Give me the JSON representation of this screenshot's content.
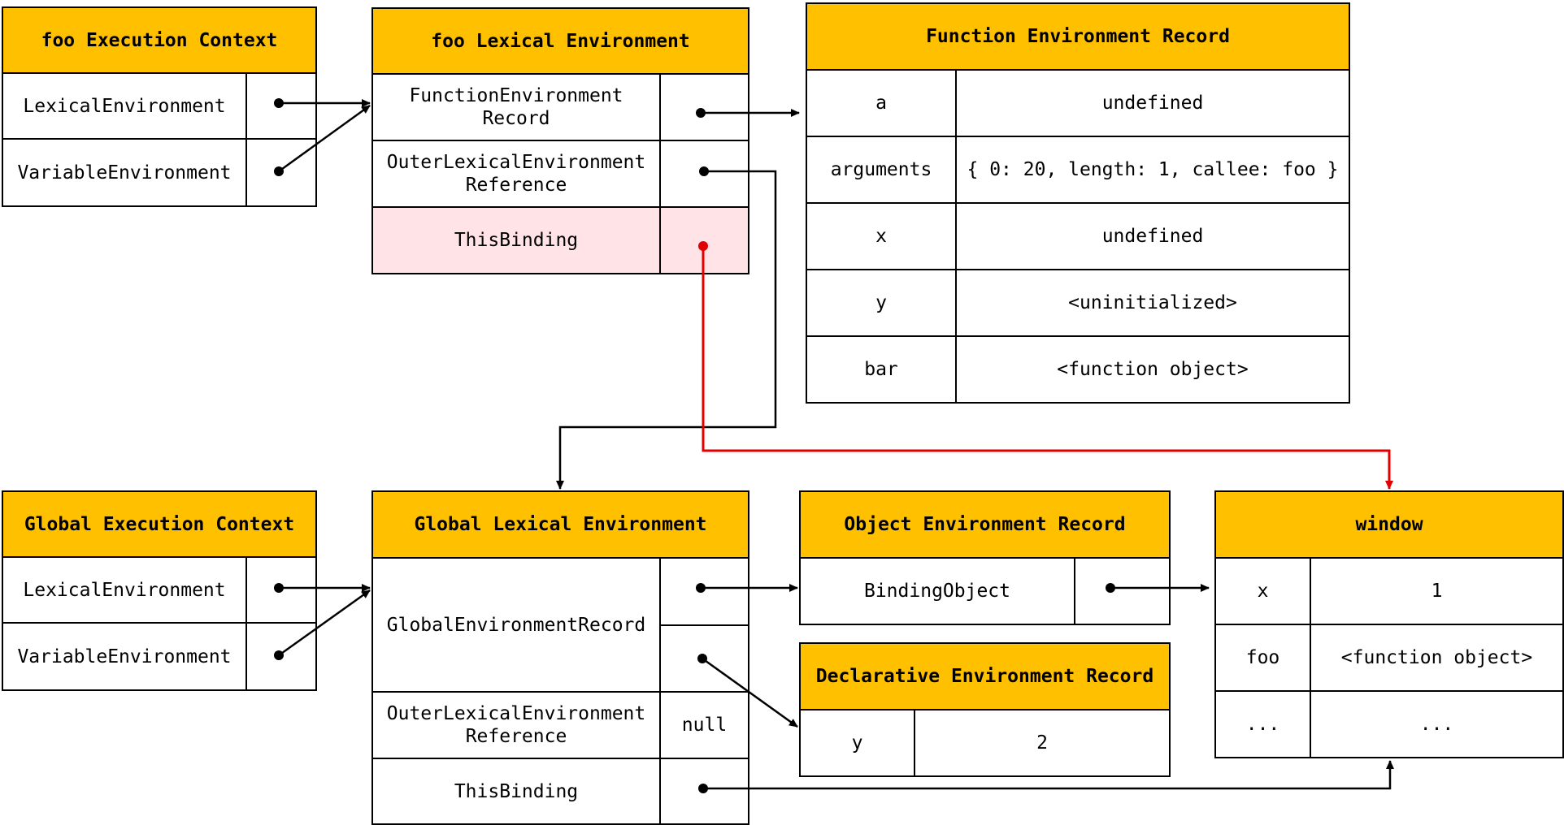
{
  "foo_ec": {
    "title": "foo Execution Context",
    "rows": [
      "LexicalEnvironment",
      "VariableEnvironment"
    ]
  },
  "foo_le": {
    "title": "foo Lexical Environment",
    "rows": [
      "FunctionEnvironment\nRecord",
      "OuterLexicalEnvironment\nReference",
      "ThisBinding"
    ]
  },
  "fer": {
    "title": "Function Environment Record",
    "rows": [
      {
        "key": "a",
        "value": "undefined"
      },
      {
        "key": "arguments",
        "value": "{ 0: 20, length: 1, callee: foo }"
      },
      {
        "key": "x",
        "value": "undefined"
      },
      {
        "key": "y",
        "value": "<uninitialized>"
      },
      {
        "key": "bar",
        "value": "<function object>"
      }
    ]
  },
  "global_ec": {
    "title": "Global Execution Context",
    "rows": [
      "LexicalEnvironment",
      "VariableEnvironment"
    ]
  },
  "global_le": {
    "title": "Global Lexical Environment",
    "rows": [
      "GlobalEnvironmentRecord",
      "OuterLexicalEnvironment\nReference",
      "ThisBinding"
    ],
    "outer_value": "null"
  },
  "oer": {
    "title": "Object Environment Record",
    "rows": [
      "BindingObject"
    ]
  },
  "der": {
    "title": "Declarative Environment Record",
    "rows": [
      {
        "key": "y",
        "value": "2"
      }
    ]
  },
  "window": {
    "title": "window",
    "rows": [
      {
        "key": "x",
        "value": "1"
      },
      {
        "key": "foo",
        "value": "<function object>"
      },
      {
        "key": "...",
        "value": "..."
      }
    ]
  },
  "colors": {
    "header": "#FFC000",
    "highlight": "#FFE3E6",
    "this_arrow": "#E00000",
    "arrow": "#000000"
  }
}
